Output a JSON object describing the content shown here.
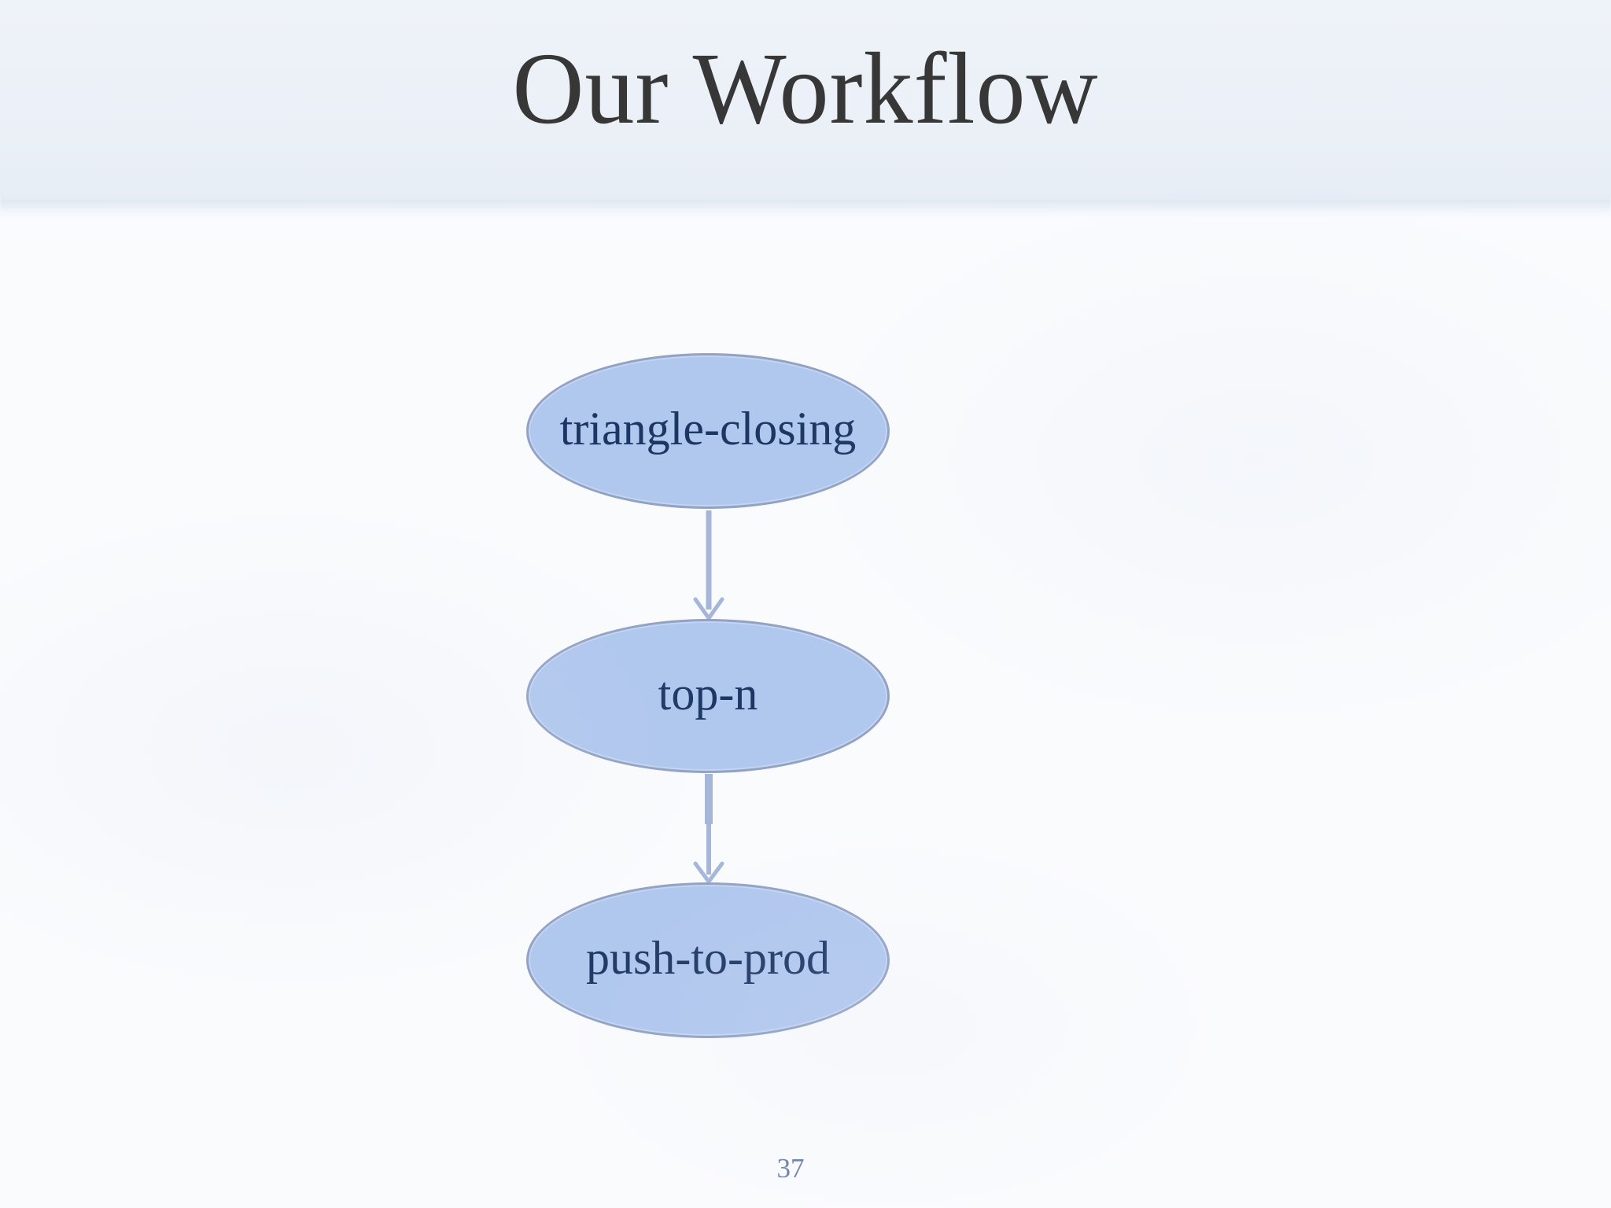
{
  "slide": {
    "title": "Our Workflow",
    "page_number": "37",
    "colors": {
      "header_band": "#ecf1f8",
      "body_background": "#fafbfd",
      "title_text": "#373737",
      "page_number_text": "#6073a3"
    }
  },
  "diagram": {
    "type": "flowchart",
    "direction": "top-down",
    "nodes": [
      {
        "id": "triangle-closing",
        "label": "triangle-closing",
        "shape": "ellipse"
      },
      {
        "id": "top-n",
        "label": "top-n",
        "shape": "ellipse"
      },
      {
        "id": "push-to-prod",
        "label": "push-to-prod",
        "shape": "ellipse"
      }
    ],
    "edges": [
      {
        "from": "triangle-closing",
        "to": "top-n"
      },
      {
        "from": "top-n",
        "to": "push-to-prod"
      }
    ],
    "colors": {
      "node_fill": "#b0c7ee",
      "node_border": "#93a2c4",
      "node_text": "#1d3764",
      "arrow": "#a6b6d9"
    }
  }
}
